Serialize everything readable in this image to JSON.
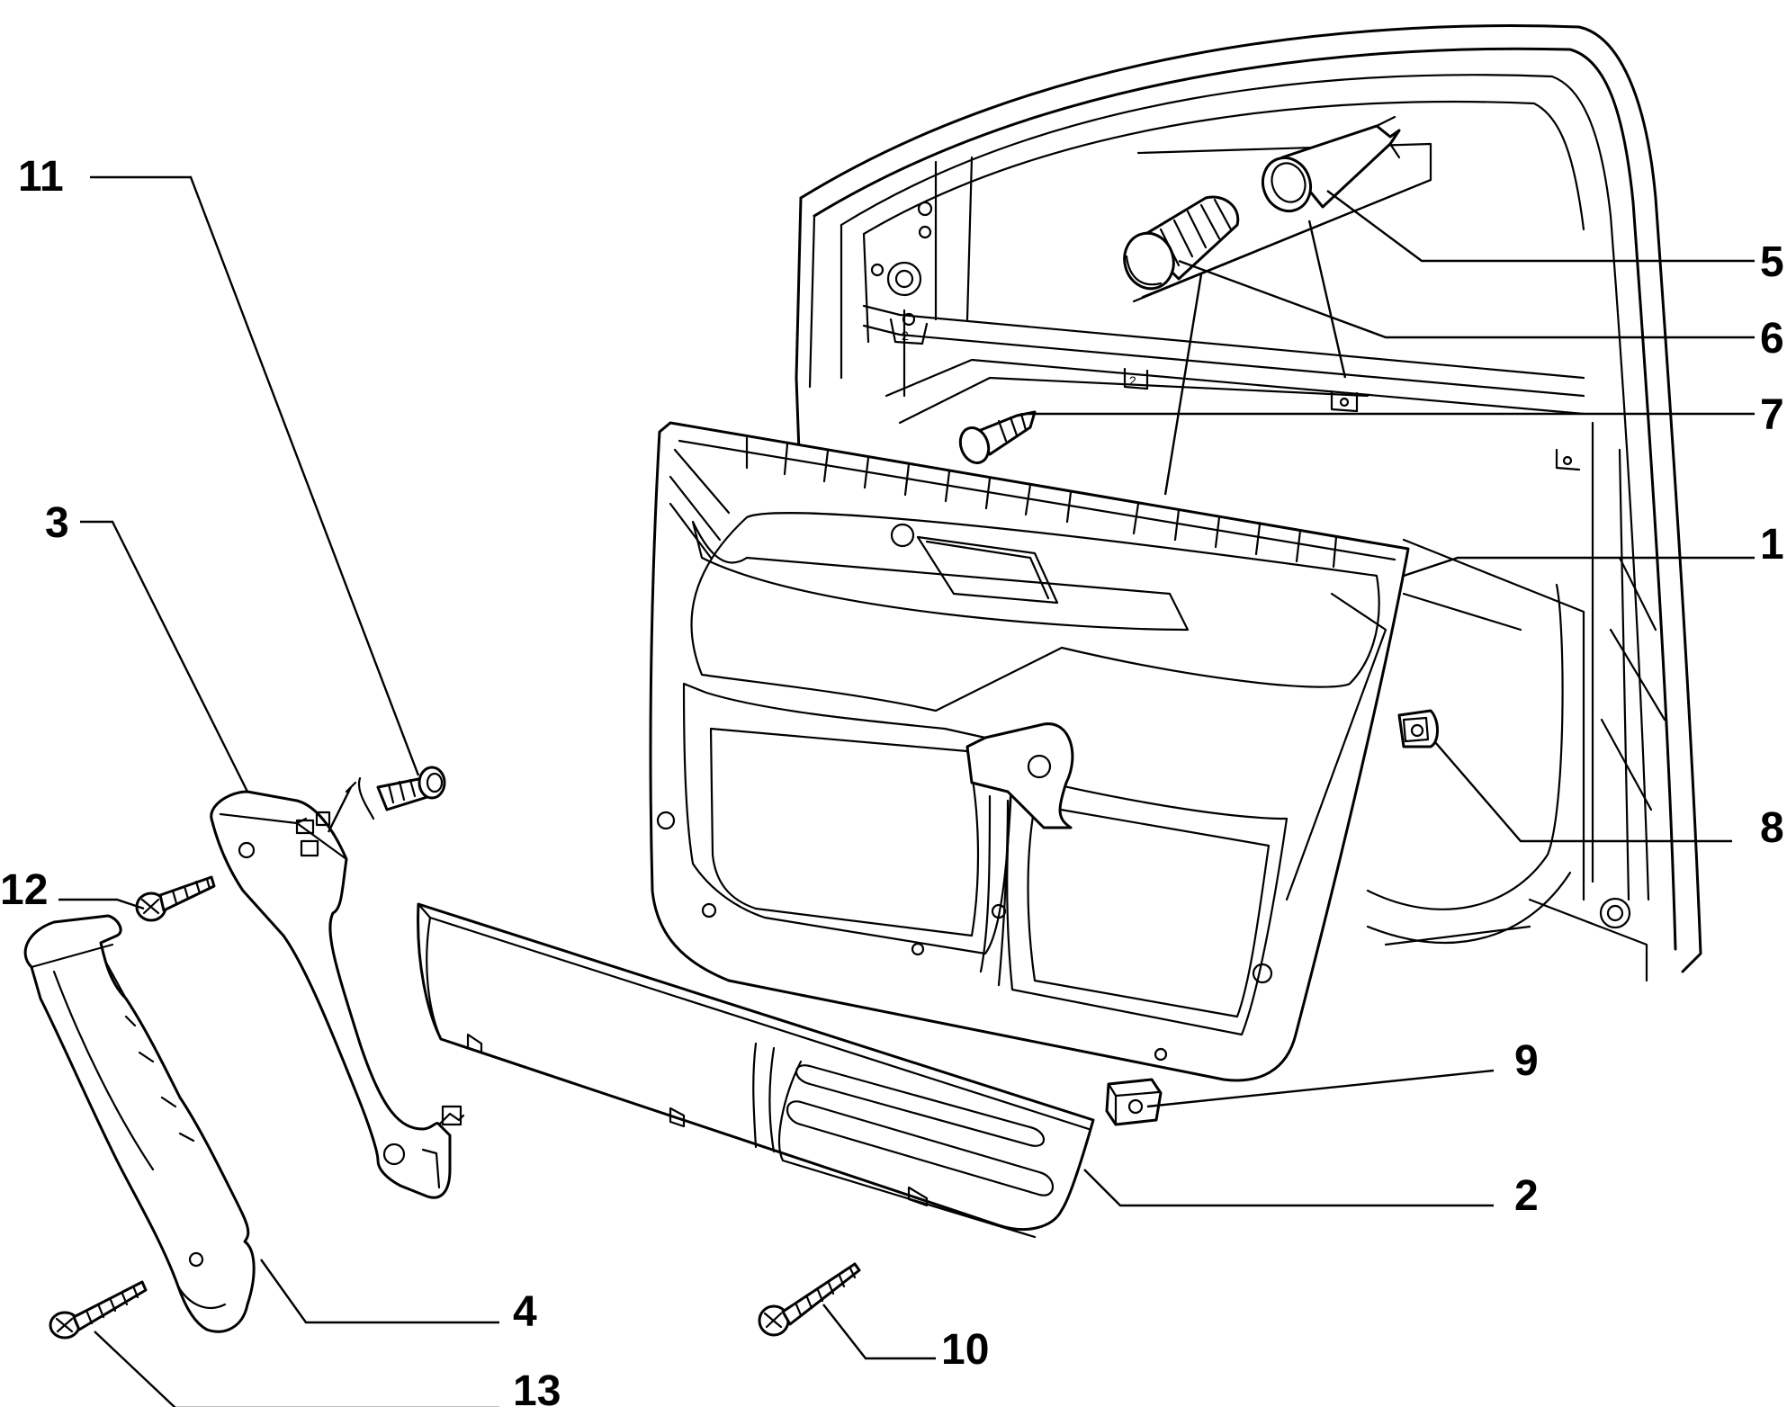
{
  "callouts": {
    "c1": "1",
    "c2": "2",
    "c3": "3",
    "c4": "4",
    "c5": "5",
    "c6": "6",
    "c7": "7",
    "c8": "8",
    "c9": "9",
    "c10": "10",
    "c11": "11",
    "c12": "12",
    "c13": "13"
  },
  "door_marks": [
    "2",
    "2"
  ],
  "colors": {
    "line": "#000000",
    "background": "#ffffff"
  }
}
